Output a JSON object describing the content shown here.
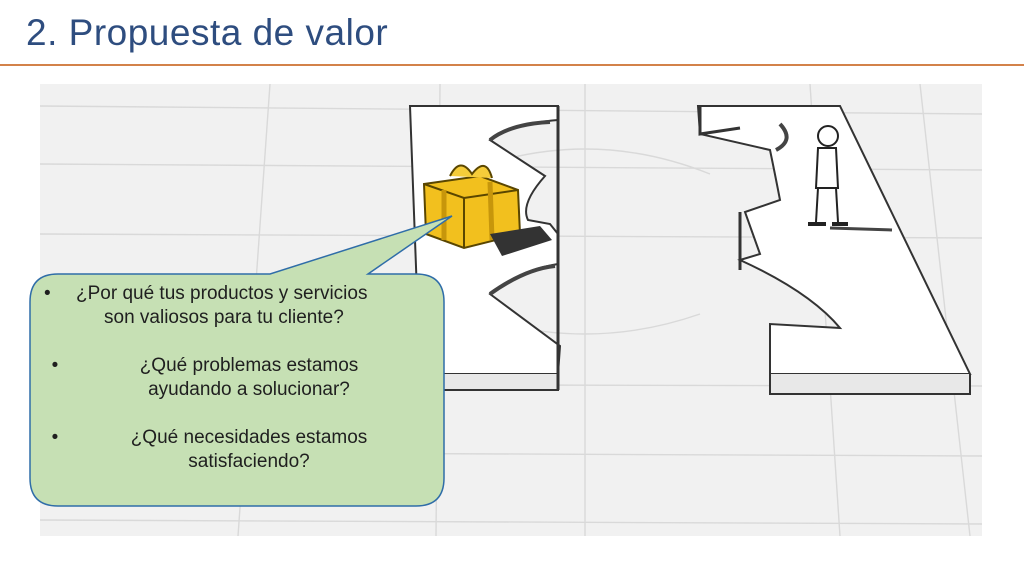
{
  "slide": {
    "title": "2. Propuesta de valor"
  },
  "callout": {
    "items": [
      {
        "line1": "¿Por qué tus productos y servicios",
        "line2": "son valiosos para tu cliente?"
      },
      {
        "line1": "¿Qué problemas estamos",
        "line2": "ayudando a solucionar?"
      },
      {
        "line1": "¿Qué necesidades estamos",
        "line2": "satisfaciendo?"
      }
    ],
    "bullet": "•",
    "fill_color": "#c6e0b4",
    "stroke_color": "#2f6da8"
  },
  "illustration": {
    "description_icons": [
      "gift-box-icon",
      "person-icon",
      "puzzle-board-icon"
    ],
    "gift_color": "#f2c01e"
  },
  "colors": {
    "title": "#2e4d7f",
    "rule": "#d3824a"
  }
}
